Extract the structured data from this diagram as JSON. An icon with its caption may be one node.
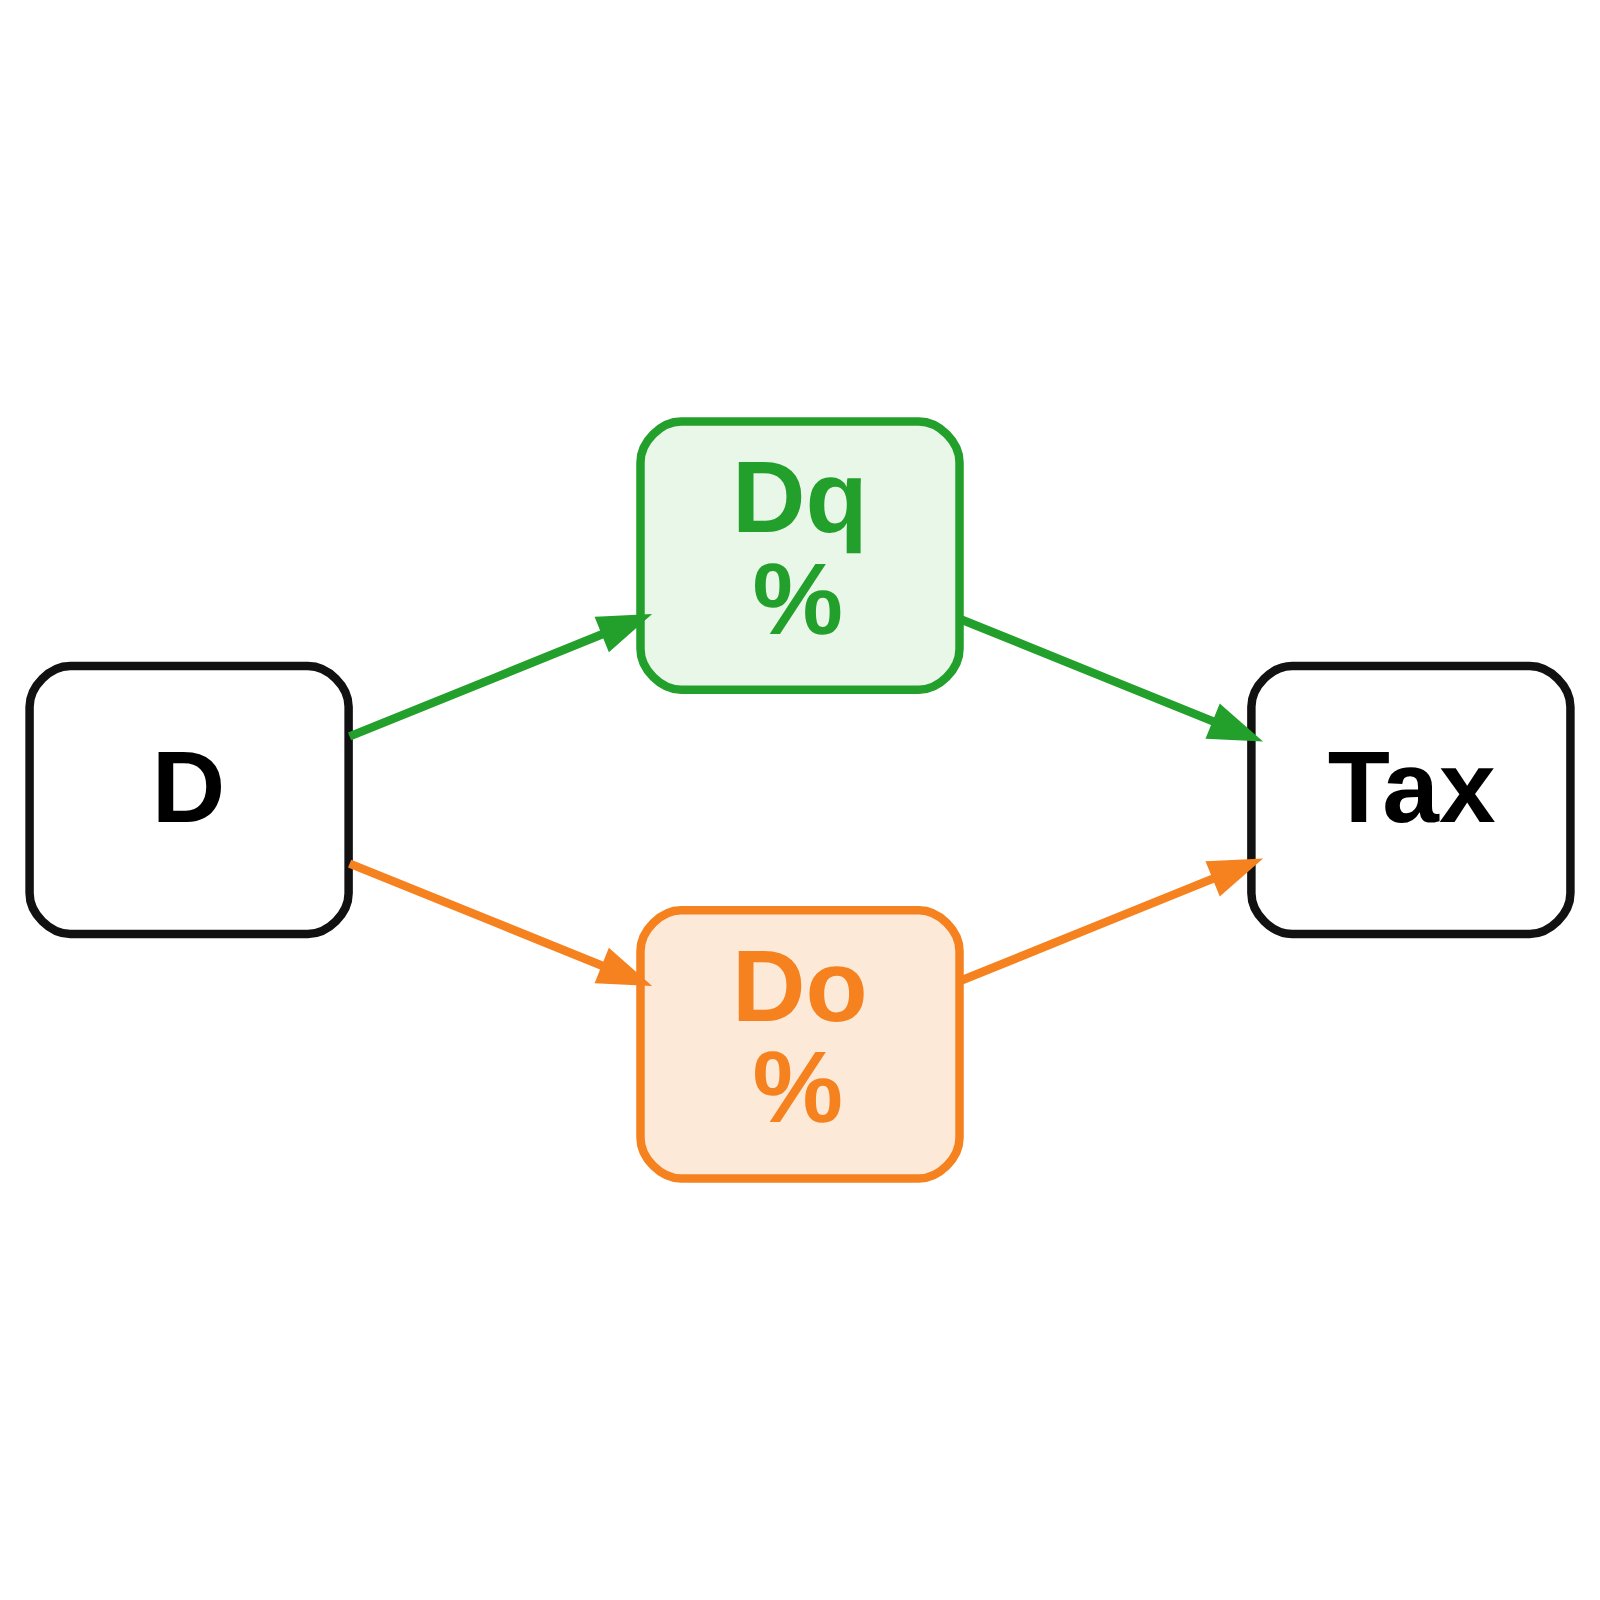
{
  "diagram": {
    "nodes": [
      {
        "text": [
          "D"
        ]
      },
      {
        "text": [
          "Dq",
          "%"
        ]
      },
      {
        "text": [
          "Do",
          "%"
        ]
      },
      {
        "text": [
          "Tax"
        ]
      }
    ],
    "edges": [
      {
        "from": 0,
        "to": 1,
        "arrow": "to",
        "color": "#23a02b"
      },
      {
        "from": 0,
        "to": 2,
        "arrow": "to",
        "color": "#f5821f"
      },
      {
        "from": 1,
        "to": 3,
        "arrow": "to",
        "color": "#23a02b"
      },
      {
        "from": 2,
        "to": 3,
        "arrow": "to",
        "color": "#f5821f"
      }
    ]
  }
}
